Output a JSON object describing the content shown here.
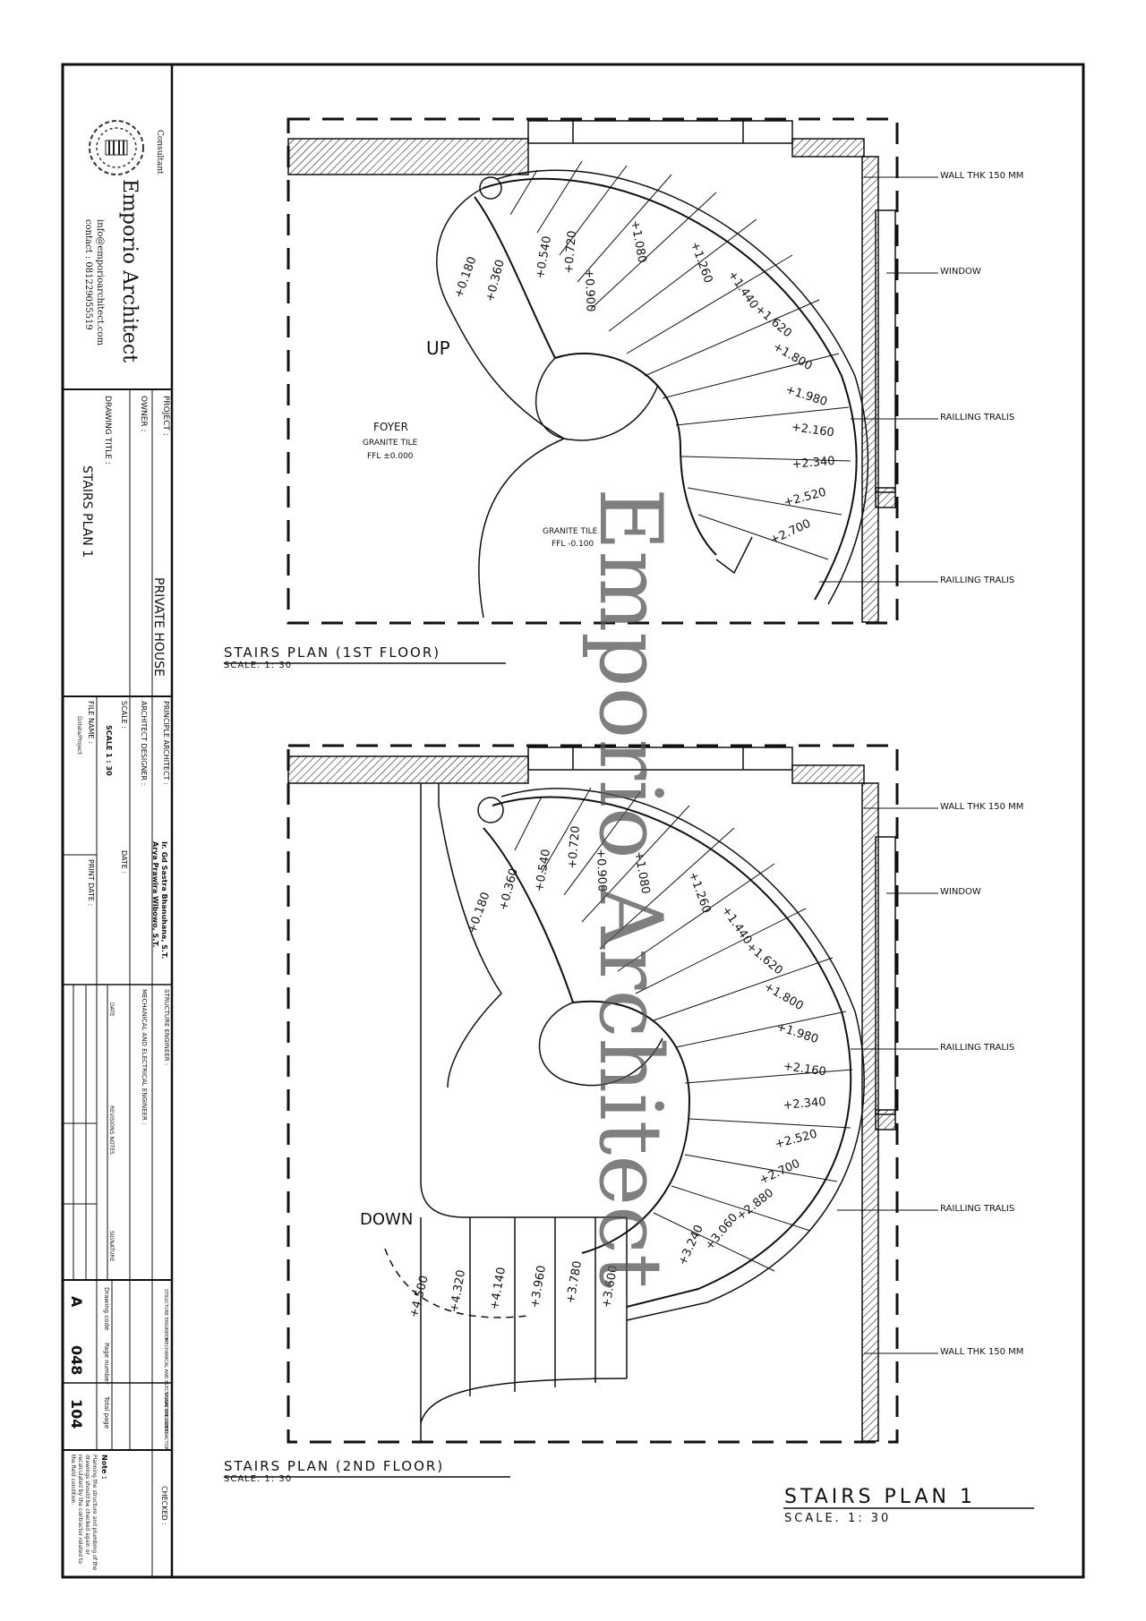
{
  "title_block": {
    "consultant_label": "Consultant",
    "company_name": "Emporio Architect",
    "email": "info@emporioarchitect.com",
    "contact": "contact : 081229055519",
    "project_label": "PROJECT :",
    "project_name": "PRIVATE HOUSE",
    "owner_label": "OWNER :",
    "drawing_title_label": "DRAWING TITLE :",
    "drawing_title": "STAIRS PLAN 1",
    "principle_architect_label": "PRINCIPLE ARCHITECT :",
    "principle_architect_1": "Ir. Gd Sastra Bhanuhana, S.T.",
    "principle_architect_2": "Arya Prawira Wibowo, S.T.",
    "architect_designer_label": "ARCHITECT DESIGNER :",
    "scale_label": "SCALE :",
    "scale_value": "SCALE 1 : 30",
    "date_label": "DATE :",
    "file_name_label": "FILE NAME :",
    "file_name_value": "D/data/Project",
    "print_date_label": "PRINT DATE :",
    "structure_engineer_label": "STRUCTURE ENGINEER :",
    "mep_engineer_label": "MECHANICAL AND ELECTRICAL ENGINEER :",
    "revisions_date_label": "DATE",
    "revisions_label": "REVISIONS NOTES",
    "signature_label": "SIGNATURE",
    "structure_engineer_approval_label": "STRUCTURE ENGINEER",
    "mech_engineer_approval_label": "MECHANICAL AND ELECTRICAL ENGINEER",
    "mep_approval_label": "SIGNATURE CONTRACTOR",
    "checked_label": "CHECKED :",
    "drawing_code_label": "Drawing code",
    "drawing_code": "A",
    "page_number_label": "Page number",
    "page_number": "048",
    "total_page_label": "Total page",
    "total_page": "104",
    "note_label": "Note :",
    "note_text": "Planning the structure and plumbing of the drawings should be checked again or recalculated by the contractor related to the field condition."
  },
  "plans": [
    {
      "title": "STAIRS PLAN (1ST FLOOR)",
      "scale": "SCALE. 1: 30",
      "up_label": "UP",
      "foyer_label": "FOYER",
      "foyer_finish": "GRANITE TILE",
      "foyer_level": "FFL ±0.000",
      "landing_finish": "GRANITE TILE",
      "landing_level": "FFL -0.100",
      "steps": [
        "+0.180",
        "+0.360",
        "+0.540",
        "+0.720",
        "+0.900",
        "+1.080",
        "+1.260",
        "+1.440",
        "+1.620",
        "+1.800",
        "+1.980",
        "+2.160",
        "+2.340",
        "+2.520",
        "+2.700"
      ],
      "callouts": [
        "WALL THK 150 MM",
        "WINDOW",
        "RAILLING TRALIS",
        "RAILLING TRALIS"
      ]
    },
    {
      "title": "STAIRS PLAN (2ND FLOOR)",
      "scale": "SCALE. 1: 30",
      "down_label": "DOWN",
      "steps": [
        "+0.180",
        "+0.360",
        "+0.540",
        "+0.720",
        "+0.900",
        "+1.080",
        "+1.260",
        "+1.440",
        "+1.620",
        "+1.800",
        "+1.980",
        "+2.160",
        "+2.340",
        "+2.520",
        "+2.700",
        "+2.880",
        "+3.060",
        "+3.240"
      ],
      "straight_steps": [
        "+3.600",
        "+3.780",
        "+3.960",
        "+4.140",
        "+4.320",
        "+4.500"
      ],
      "callouts": [
        "WALL THK 150 MM",
        "WINDOW",
        "RAILLING TRALIS",
        "RAILLING TRALIS",
        "WALL THK 150 MM"
      ]
    }
  ],
  "sheet_title": "STAIRS PLAN 1",
  "sheet_scale": "SCALE. 1: 30",
  "watermark": "Emporio Architect",
  "colors": {
    "line": "#1a1a1a",
    "watermark": "#555555"
  }
}
